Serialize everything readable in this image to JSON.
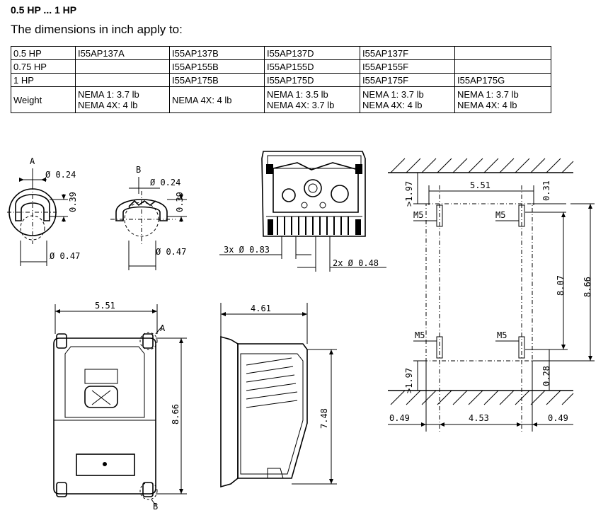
{
  "heading": "0.5 HP ... 1 HP",
  "subheading": "The dimensions in inch apply to:",
  "table": {
    "rows": [
      [
        "0.5 HP",
        "I55AP137A",
        "I55AP137B",
        "I55AP137D",
        "I55AP137F",
        ""
      ],
      [
        "0.75 HP",
        "",
        "I55AP155B",
        "I55AP155D",
        "I55AP155F",
        ""
      ],
      [
        "1 HP",
        "",
        "I55AP175B",
        "I55AP175D",
        "I55AP175F",
        "I55AP175G"
      ],
      [
        "Weight",
        "NEMA 1: 3.7 lb",
        "NEMA 4X: 4 lb",
        "NEMA 1: 3.5 lb",
        "NEMA 1: 3.7 lb",
        "NEMA 1: 3.7 lb"
      ]
    ],
    "weight_row_second_lines": [
      "",
      "NEMA 4X: 4 lb",
      "",
      "NEMA 4X: 3.7 lb",
      "NEMA 4X: 4 lb",
      "NEMA 4X: 4 lb"
    ]
  },
  "detail_a": {
    "label": "A",
    "dia_top": "Ø 0.24",
    "height": "0.39",
    "dia_bottom": "Ø 0.47"
  },
  "detail_b": {
    "label": "B",
    "dia_top": "Ø 0.24",
    "height": "0.39",
    "dia_bottom": "Ø 0.47"
  },
  "bottom_view": {
    "holes_large": "3x Ø 0.83",
    "holes_small": "2x Ø 0.48"
  },
  "front_view": {
    "width": "5.51",
    "height": "8.66",
    "label_a": "A",
    "label_b": "B"
  },
  "side_view": {
    "depth": "4.61",
    "height": "7.48"
  },
  "mounting": {
    "clearance_top": ">1.97",
    "hole_spacing_x": "5.51",
    "top_offset": "0.31",
    "screw_label": "M5",
    "hole_spacing_y": "8.07",
    "total_height": "8.66",
    "clearance_bottom": ">1.97",
    "bottom_offset": "0.28",
    "edge_left": "0.49",
    "inner_width": "4.53",
    "edge_right": "0.49"
  }
}
